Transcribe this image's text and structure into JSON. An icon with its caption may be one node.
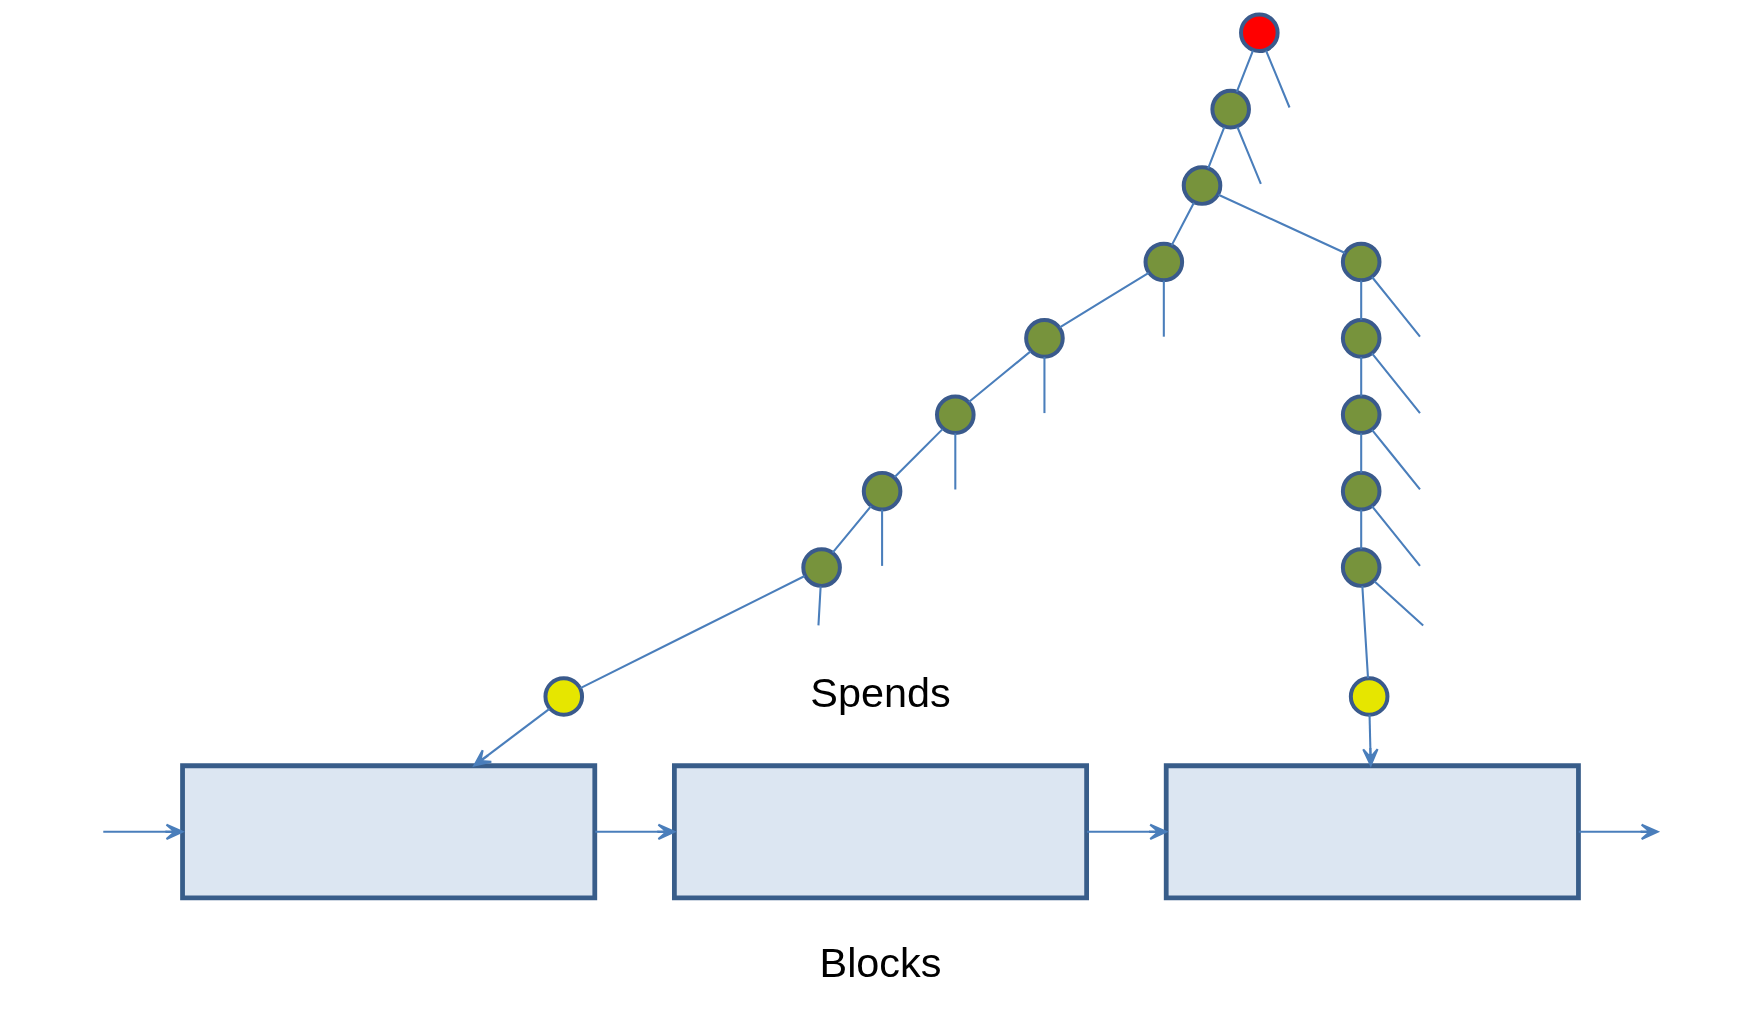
{
  "diagram": {
    "nodes": [
      {
        "text": [],
        "shape": "circle"
      },
      {
        "text": [],
        "shape": "circle"
      },
      {
        "text": [],
        "shape": "circle"
      },
      {
        "text": [],
        "shape": "circle"
      },
      {
        "text": [],
        "shape": "circle"
      },
      {
        "text": [],
        "shape": "circle"
      },
      {
        "text": [],
        "shape": "circle"
      },
      {
        "text": [],
        "shape": "circle"
      },
      {
        "text": [],
        "shape": "circle"
      },
      {
        "text": [],
        "shape": "circle"
      },
      {
        "text": [],
        "shape": "circle"
      },
      {
        "text": [],
        "shape": "circle"
      },
      {
        "text": [],
        "shape": "circle"
      },
      {
        "text": [],
        "shape": "circle"
      },
      {
        "text": [],
        "shape": "circle"
      },
      {
        "text": [],
        "shape": "box"
      },
      {
        "text": [],
        "shape": "box"
      },
      {
        "text": [],
        "shape": "box"
      }
    ],
    "edges": [
      {
        "from": 0,
        "to": 1,
        "arrow": "none"
      },
      {
        "from": 0,
        "to": null,
        "arrow": "none"
      },
      {
        "from": 1,
        "to": null,
        "arrow": "none"
      },
      {
        "from": 1,
        "to": 2,
        "arrow": "none"
      },
      {
        "from": 2,
        "to": 3,
        "arrow": "none"
      },
      {
        "from": 2,
        "to": 4,
        "arrow": "none"
      },
      {
        "from": 3,
        "to": 5,
        "arrow": "none"
      },
      {
        "from": 3,
        "to": null,
        "arrow": "none"
      },
      {
        "from": 4,
        "to": null,
        "arrow": "none"
      },
      {
        "from": 4,
        "to": 6,
        "arrow": "none"
      },
      {
        "from": 5,
        "to": null,
        "arrow": "none"
      },
      {
        "from": 5,
        "to": 7,
        "arrow": "none"
      },
      {
        "from": 6,
        "to": null,
        "arrow": "none"
      },
      {
        "from": 6,
        "to": 8,
        "arrow": "none"
      },
      {
        "from": 7,
        "to": 9,
        "arrow": "none"
      },
      {
        "from": 7,
        "to": null,
        "arrow": "none"
      },
      {
        "from": 8,
        "to": null,
        "arrow": "none"
      },
      {
        "from": 8,
        "to": 10,
        "arrow": "none"
      },
      {
        "from": 9,
        "to": null,
        "arrow": "none"
      },
      {
        "from": 9,
        "to": 11,
        "arrow": "none"
      },
      {
        "from": 10,
        "to": 12,
        "arrow": "none"
      },
      {
        "from": 10,
        "to": null,
        "arrow": "none"
      },
      {
        "from": 11,
        "to": null,
        "arrow": "none"
      },
      {
        "from": 11,
        "to": 13,
        "arrow": "none"
      },
      {
        "from": 12,
        "to": null,
        "arrow": "none"
      },
      {
        "from": 12,
        "to": 14,
        "arrow": "none"
      },
      {
        "from": 13,
        "to": 15,
        "arrow": "to"
      },
      {
        "from": 14,
        "to": 17,
        "arrow": "to"
      },
      {
        "from": null,
        "to": 15,
        "arrow": "to"
      },
      {
        "from": 15,
        "to": 16,
        "arrow": "to"
      },
      {
        "from": 16,
        "to": 17,
        "arrow": "to"
      },
      {
        "from": 17,
        "to": null,
        "arrow": "to"
      }
    ],
    "labels": [
      "Spends",
      "Blocks"
    ]
  }
}
